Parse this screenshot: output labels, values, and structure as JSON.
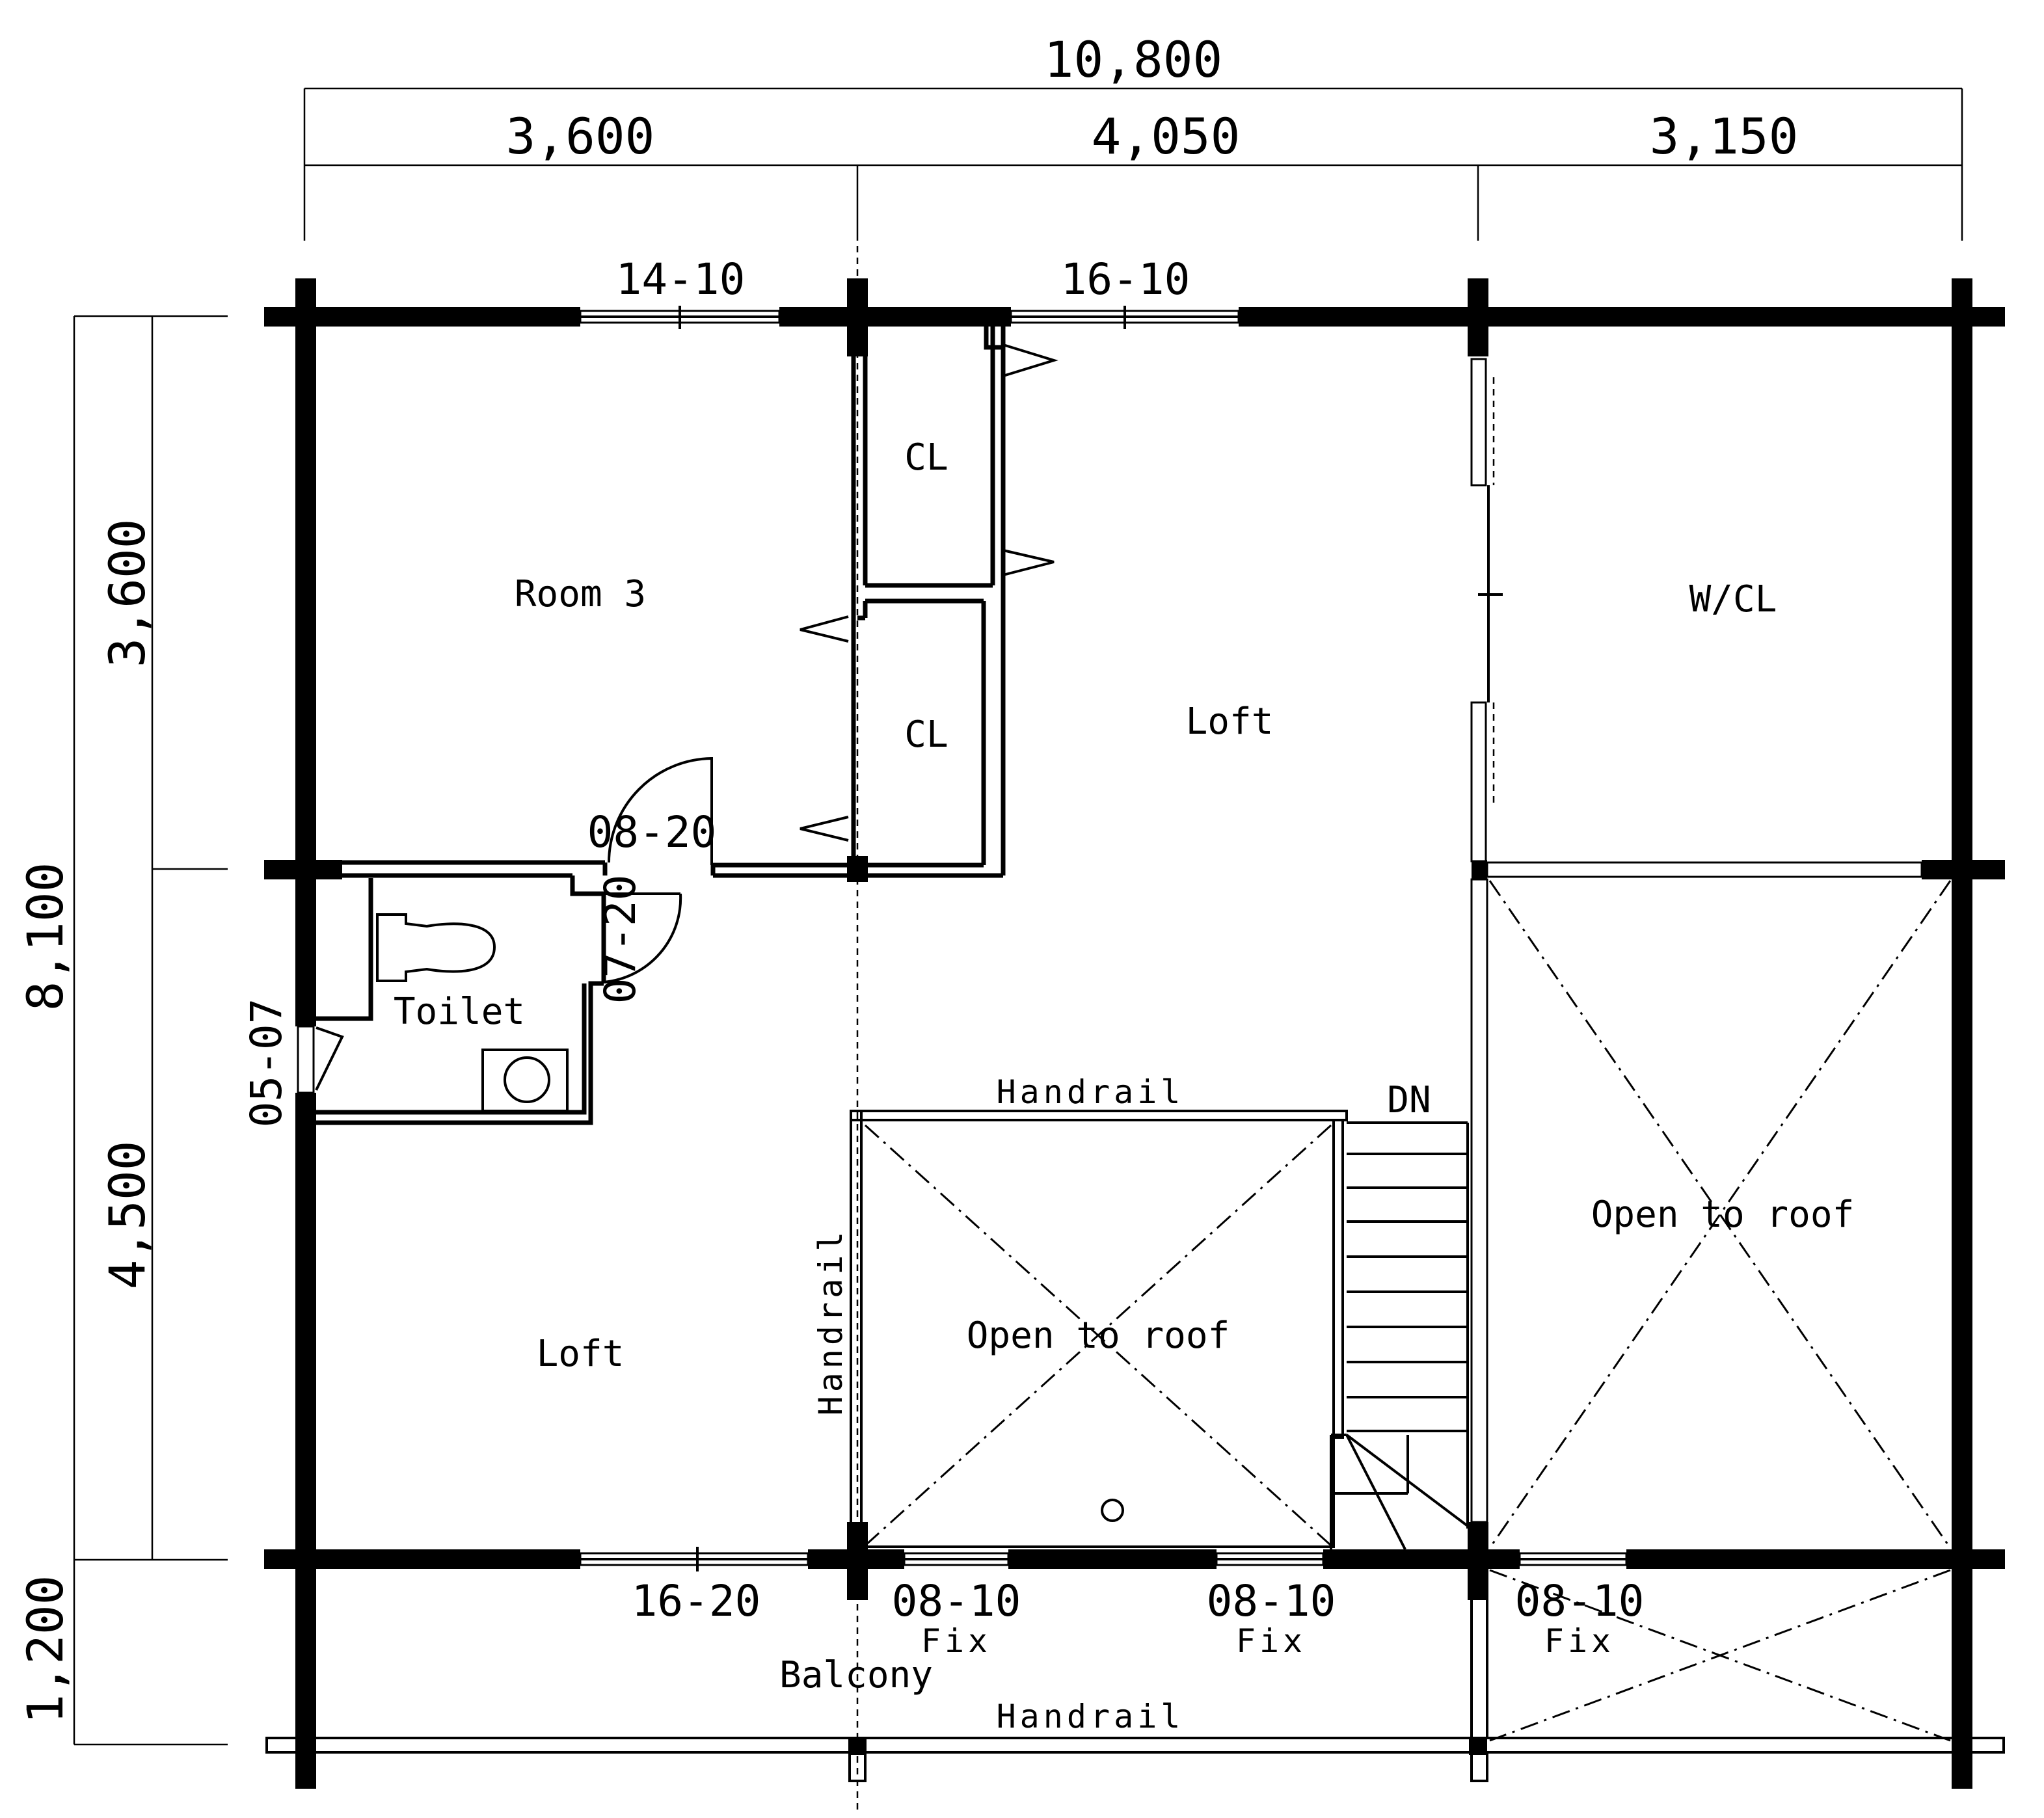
{
  "dimensions": {
    "overall_width": "10,800",
    "widths": [
      "3,600",
      "4,050",
      "3,150"
    ],
    "overall_depth": "8,100",
    "depths": [
      "3,600",
      "4,500"
    ],
    "balcony_depth": "1,200"
  },
  "rooms": {
    "room3": "Room 3",
    "closet_upper": "CL",
    "closet_lower": "CL",
    "loft_main": "Loft",
    "walk_in_closet": "W/CL",
    "toilet": "Toilet",
    "loft_lower": "Loft",
    "open_to_roof_center": "Open to roof",
    "open_to_roof_right": "Open to roof",
    "balcony": "Balcony"
  },
  "labels": {
    "handrail_top": "Handrail",
    "handrail_left": "Handrail",
    "handrail_balcony": "Handrail",
    "stairs_down": "DN"
  },
  "openings": {
    "w_14_10": "14-10",
    "w_16_10": "16-10",
    "d_08_20": "08-20",
    "d_07_20": "07-20",
    "w_05_07": "05-07",
    "w_16_20": "16-20",
    "w_08_10_a": "08-10",
    "w_08_10_b": "08-10",
    "w_08_10_c": "08-10",
    "fix_a": "Fix",
    "fix_b": "Fix",
    "fix_c": "Fix"
  }
}
